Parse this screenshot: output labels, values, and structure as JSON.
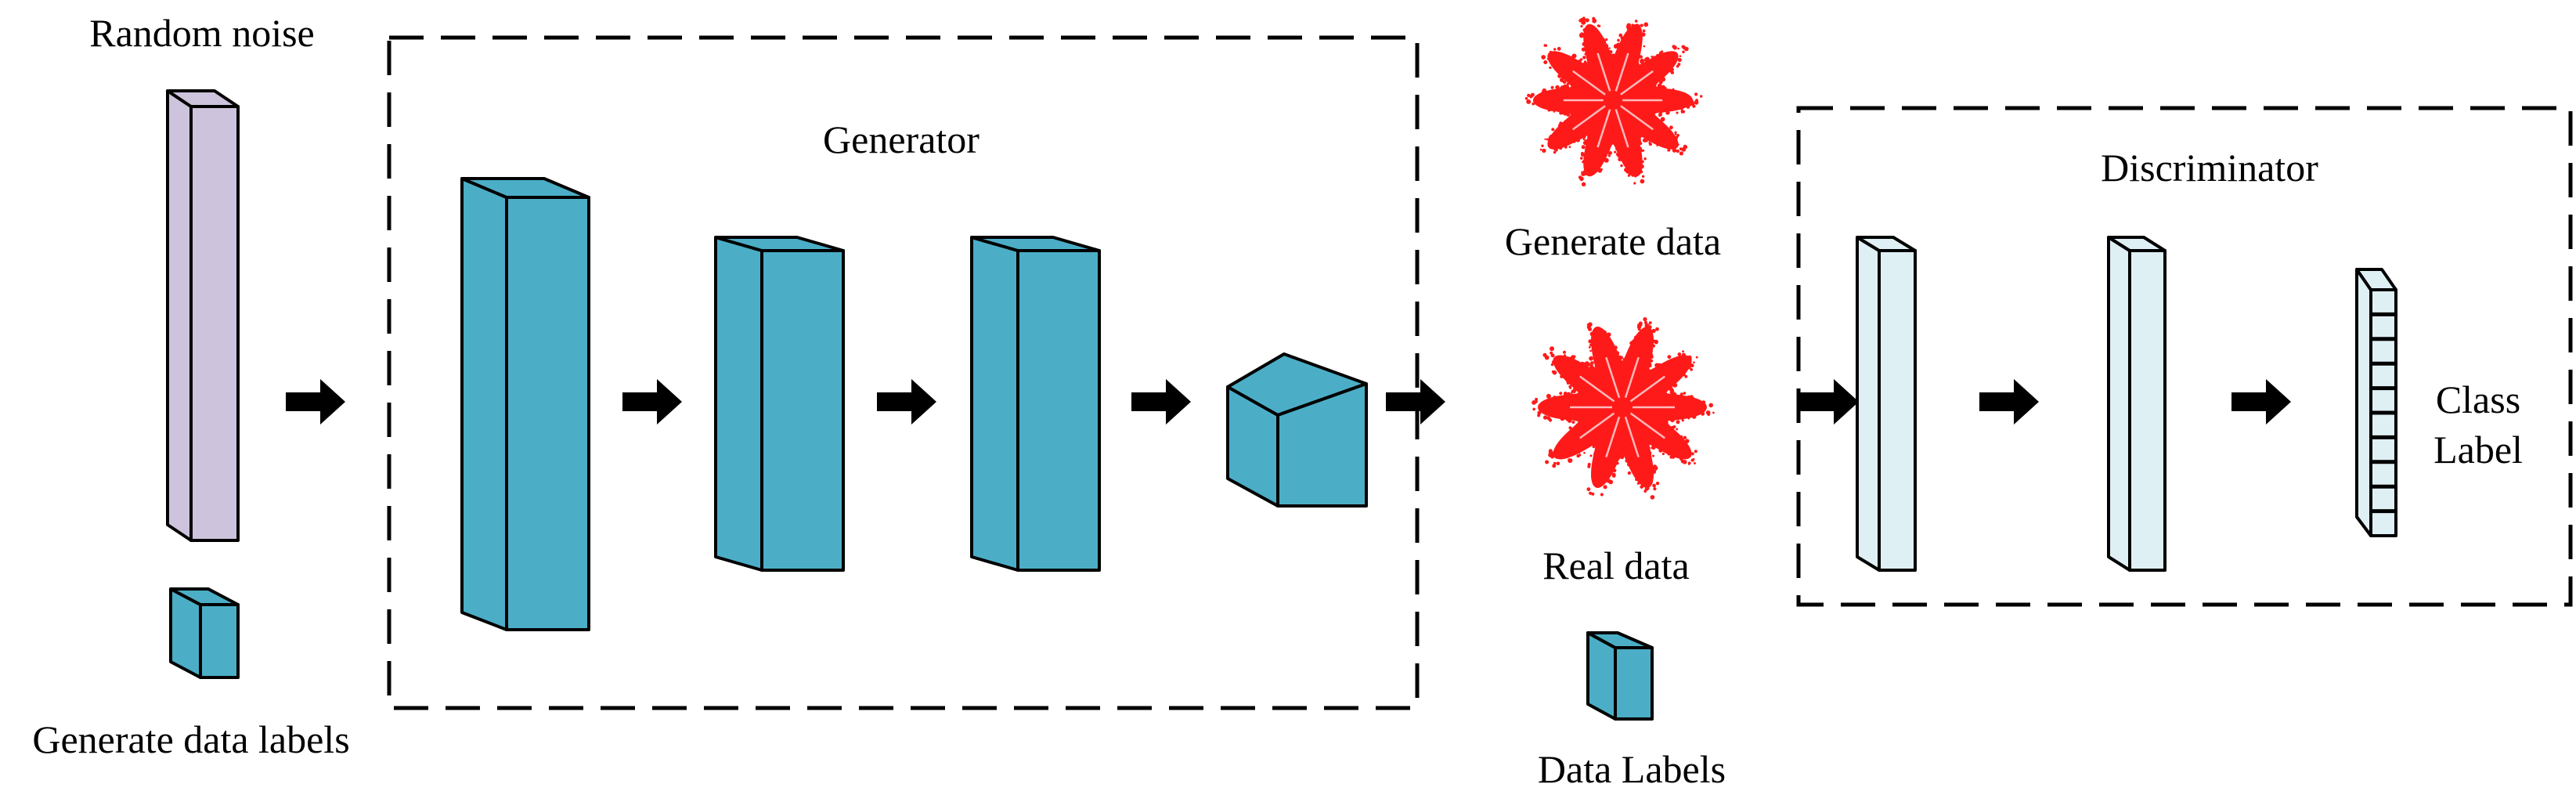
{
  "inputs": {
    "random_noise_label": "Random noise",
    "generate_data_labels_label": "Generate data labels"
  },
  "generator": {
    "title": "Generator"
  },
  "data": {
    "generate_data_label": "Generate data",
    "real_data_label": "Real data",
    "data_labels_label": "Data Labels"
  },
  "discriminator": {
    "title": "Discriminator",
    "output_label_line1": "Class",
    "output_label_line2": "Label"
  },
  "colors": {
    "noise_fill": "#cdc3dc",
    "generator_fill": "#4baec6",
    "discriminator_fill": "#dff0f5",
    "sample_color": "#ff1a1a",
    "stroke": "#000000",
    "arrow": "#000000"
  }
}
